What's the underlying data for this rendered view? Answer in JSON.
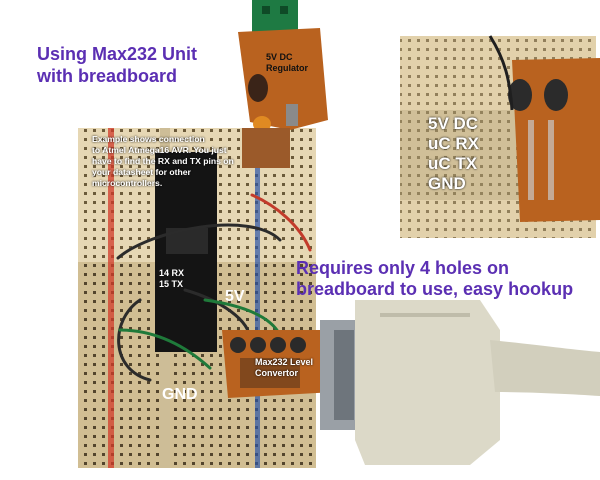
{
  "title_line1": "Using Max232 Unit",
  "title_line2": "with breadboard",
  "regulator_line1": "5V DC",
  "regulator_line2": "Regulator",
  "note_lines": [
    "Example shows connection",
    "to Atmel Atmega16 AVR.  You just",
    "have to find the RX and TX pins on",
    "your datasheet for other",
    "microcontrollers."
  ],
  "pin_rx": "14 RX",
  "pin_tx": "15 TX",
  "label_5v": "5V",
  "label_gnd": "GND",
  "converter_line1": "Max232 Level",
  "converter_line2": "Convertor",
  "requires_line1": "Requires only 4 holes on",
  "requires_line2": "breadboard to use, easy hookup",
  "inset_labels": [
    "5V DC",
    "uC RX",
    "uC TX",
    "GND"
  ],
  "colors": {
    "headline": "#5b2fb3",
    "breadboard": "#e8d9b8",
    "pcb": "#b9621f",
    "cable": "#d9d6c7"
  }
}
